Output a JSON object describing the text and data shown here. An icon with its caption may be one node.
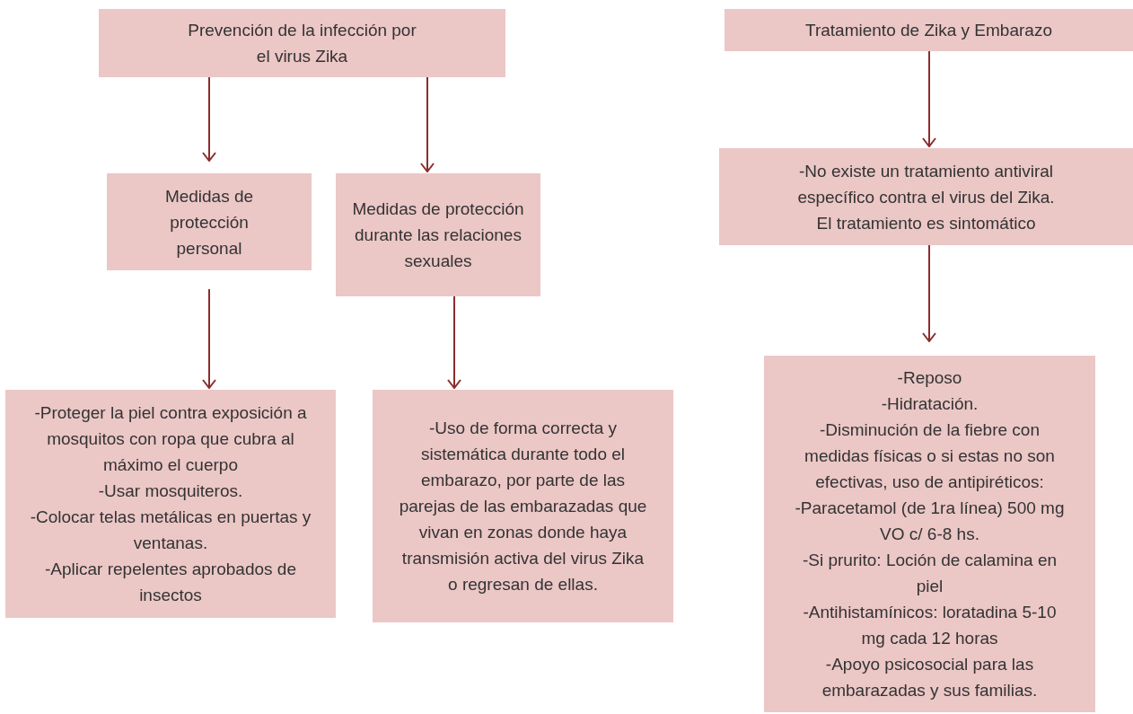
{
  "diagram": {
    "nodes": [
      {
        "text": [
          "Prevención de la infección por el virus Zika"
        ]
      },
      {
        "text": [
          "Medidas de protección personal"
        ]
      },
      {
        "text": [
          "Medidas de protección durante las relaciones sexuales"
        ]
      },
      {
        "text": [
          "-Proteger la piel contra exposición a mosquitos con ropa que cubra al máximo el cuerpo",
          "-Usar mosquiteros.",
          "-Colocar telas metálicas en puertas y ventanas.",
          "-Aplicar repelentes aprobados de insectos"
        ]
      },
      {
        "text": [
          "-Uso de forma  correcta y sistemática durante todo el embarazo, por parte de las parejas de las embarazadas que vivan en zonas donde haya transmisión activa del virus Zika o regresan de ellas."
        ]
      },
      {
        "text": [
          "Tratamiento de Zika y Embarazo"
        ]
      },
      {
        "text": [
          "-No existe un tratamiento antiviral específico contra el virus del Zika.",
          "El tratamiento es sintomático"
        ]
      },
      {
        "text": [
          "-Reposo",
          "-Hidratación.",
          "-Disminución de la fiebre con medidas físicas o si estas no son efectivas, uso de antipiréticos:",
          "-Paracetamol (de 1ra línea) 500 mg VO c/ 6-8 hs.",
          "-Si prurito: Loción de calamina en piel",
          "-Antihistamínicos: loratadina 5-10 mg cada 12 horas",
          "-Apoyo psicosocial para las embarazadas y sus familias."
        ]
      }
    ],
    "edges": [
      {
        "from": 0,
        "to": 1,
        "arrow": "to"
      },
      {
        "from": 0,
        "to": 2,
        "arrow": "to"
      },
      {
        "from": 1,
        "to": 3,
        "arrow": "to"
      },
      {
        "from": 2,
        "to": 4,
        "arrow": "to"
      },
      {
        "from": 5,
        "to": 6,
        "arrow": "to"
      },
      {
        "from": 6,
        "to": 7,
        "arrow": "to"
      }
    ]
  }
}
